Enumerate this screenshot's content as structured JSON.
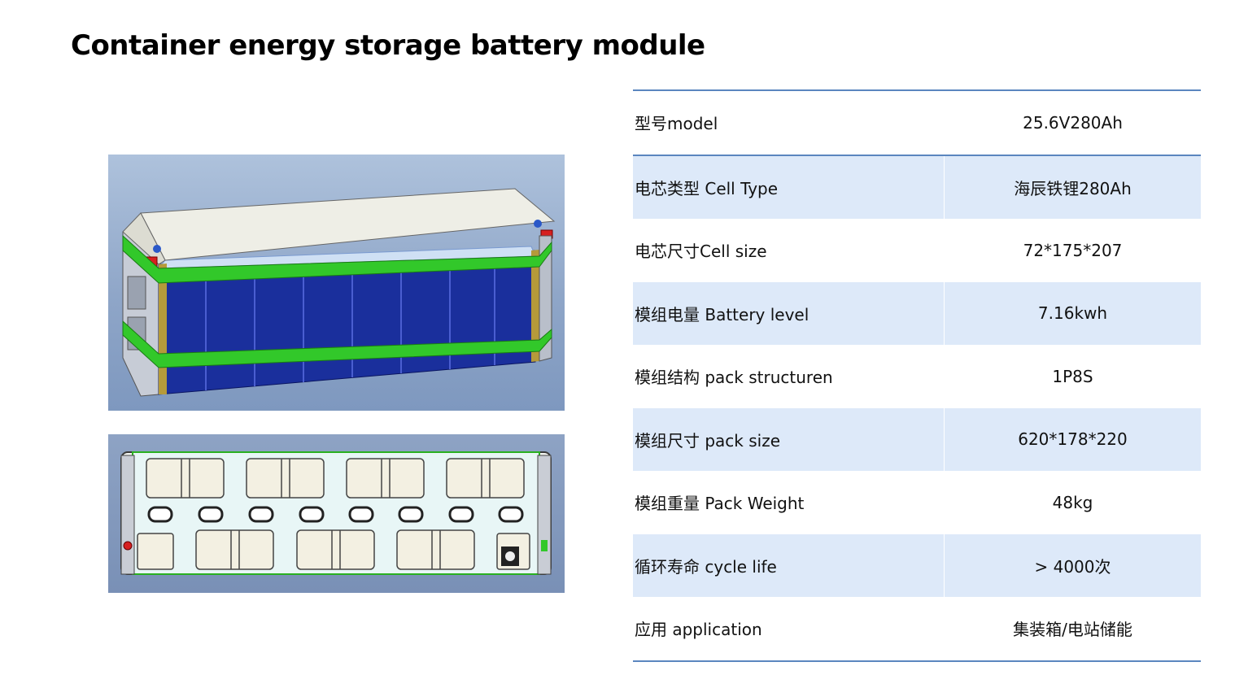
{
  "title": "Container energy storage battery module",
  "specs": [
    {
      "label": "型号model",
      "value": "25.6V280Ah"
    },
    {
      "label": "电芯类型 Cell Type",
      "value": "海辰铁锂280Ah"
    },
    {
      "label": "电芯尺寸Cell size",
      "value": "72*175*207"
    },
    {
      "label": "模组电量 Battery level",
      "value": "7.16kwh"
    },
    {
      "label": "模组结构 pack structuren",
      "value": "1P8S"
    },
    {
      "label": "模组尺寸 pack size",
      "value": "620*178*220"
    },
    {
      "label": "模组重量 Pack Weight",
      "value": "48kg"
    },
    {
      "label": "循环寿命 cycle life",
      "value": "> 4000次"
    },
    {
      "label": "应用 application",
      "value": "集装箱/电站储能"
    }
  ],
  "colors": {
    "rule": "#5b86bf",
    "row_shade": "#dde9f9",
    "cell_blue": "#1a2f9c",
    "strap_green": "#32c82a"
  }
}
